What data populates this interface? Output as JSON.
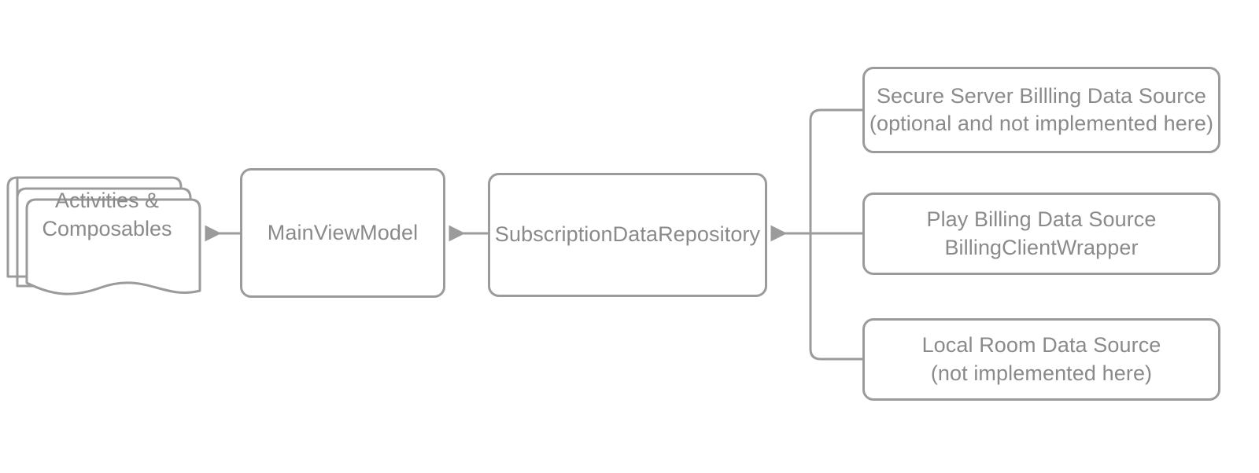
{
  "diagram": {
    "title": "Subscription Billing Architecture",
    "background_color": "#ffffff",
    "stroke_color": "#9b9b9b",
    "text_color": "#8a8a8a",
    "nodes": {
      "ui_layer": {
        "label": "Activities &\nComposables",
        "shape": "stacked-document"
      },
      "viewmodel": {
        "label": "MainViewModel",
        "shape": "rounded-rect"
      },
      "repository": {
        "label": "SubscriptionDataRepository",
        "shape": "rounded-rect"
      },
      "secure_server": {
        "label": "Secure Server Billling Data Source\n(optional and not implemented here)",
        "shape": "rounded-rect"
      },
      "play_billing": {
        "label": "Play Billing Data Source\nBillingClientWrapper",
        "shape": "rounded-rect"
      },
      "local_room": {
        "label": "Local Room Data Source\n(not implemented here)",
        "shape": "rounded-rect"
      }
    },
    "edges": [
      {
        "name": "viewmodel-to-ui",
        "from": "viewmodel",
        "to": "ui_layer",
        "direction": "left"
      },
      {
        "name": "repository-to-viewmodel",
        "from": "repository",
        "to": "viewmodel",
        "direction": "left"
      },
      {
        "name": "sources-to-repository",
        "from": "data-sources-bus",
        "to": "repository",
        "direction": "left"
      }
    ]
  }
}
